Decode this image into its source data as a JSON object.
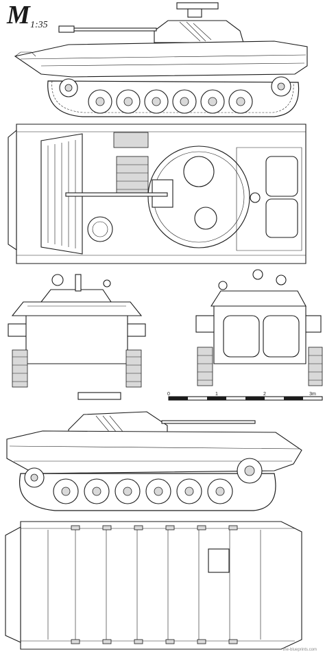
{
  "logo": {
    "letter": "M",
    "scale": "1:35"
  },
  "scale_bar": {
    "labels": [
      "0",
      "1",
      "2",
      "3m"
    ]
  },
  "watermark": "the-blueprints.com",
  "views": [
    "left-side-view",
    "top-view",
    "front-view",
    "rear-view",
    "right-side-view",
    "bottom-view"
  ]
}
